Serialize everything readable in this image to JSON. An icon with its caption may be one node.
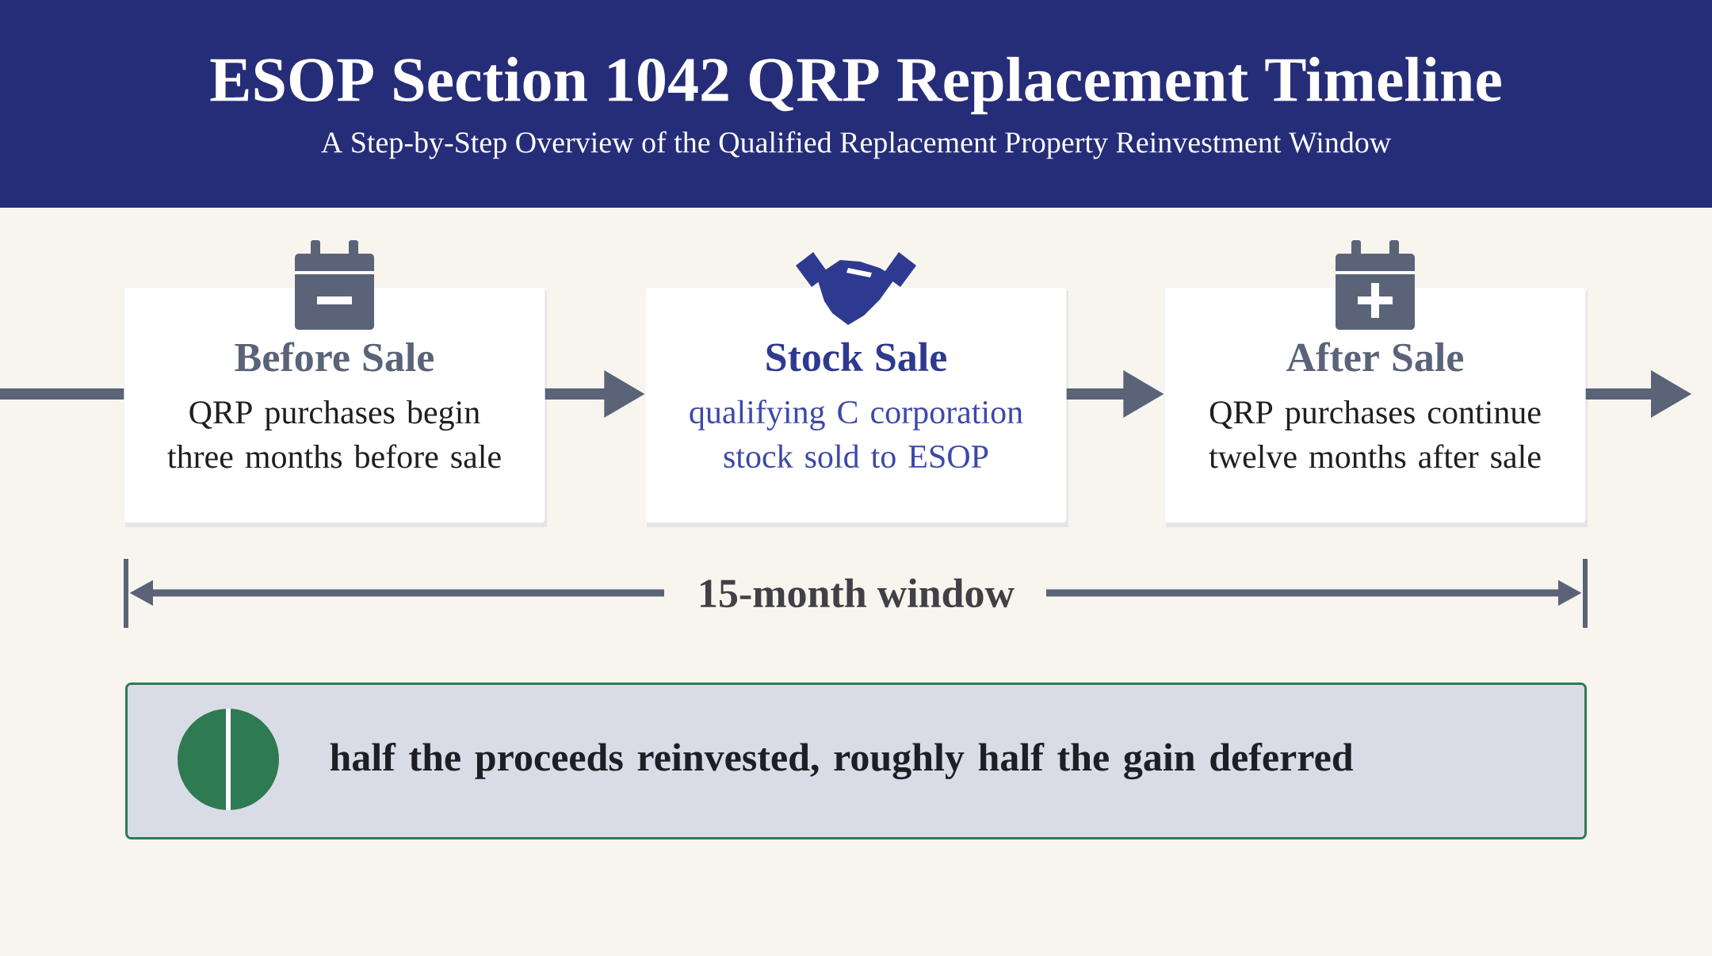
{
  "diagram": {
    "title": "ESOP Section 1042 QRP Replacement Timeline",
    "nodes": [
      {
        "text": [
          "Before Sale",
          "QRP purchases begin three months before sale"
        ]
      },
      {
        "text": [
          "Stock Sale",
          "qualifying C corporation stock sold to ESOP"
        ]
      },
      {
        "text": [
          "After Sale",
          "QRP purchases continue twelve months after sale"
        ]
      },
      {
        "text": [
          "half the proceeds reinvested, roughly half the gain deferred"
        ]
      }
    ],
    "edges": [
      {
        "from": null,
        "to": 0,
        "arrow": "none"
      },
      {
        "from": 0,
        "to": 1,
        "arrow": "to"
      },
      {
        "from": 1,
        "to": 2,
        "arrow": "to"
      },
      {
        "from": 2,
        "to": null,
        "arrow": "to"
      }
    ],
    "labels": [
      "A Step-by-Step Overview of the Qualified Replacement Property Reinvestment Window",
      "15-month window"
    ]
  }
}
